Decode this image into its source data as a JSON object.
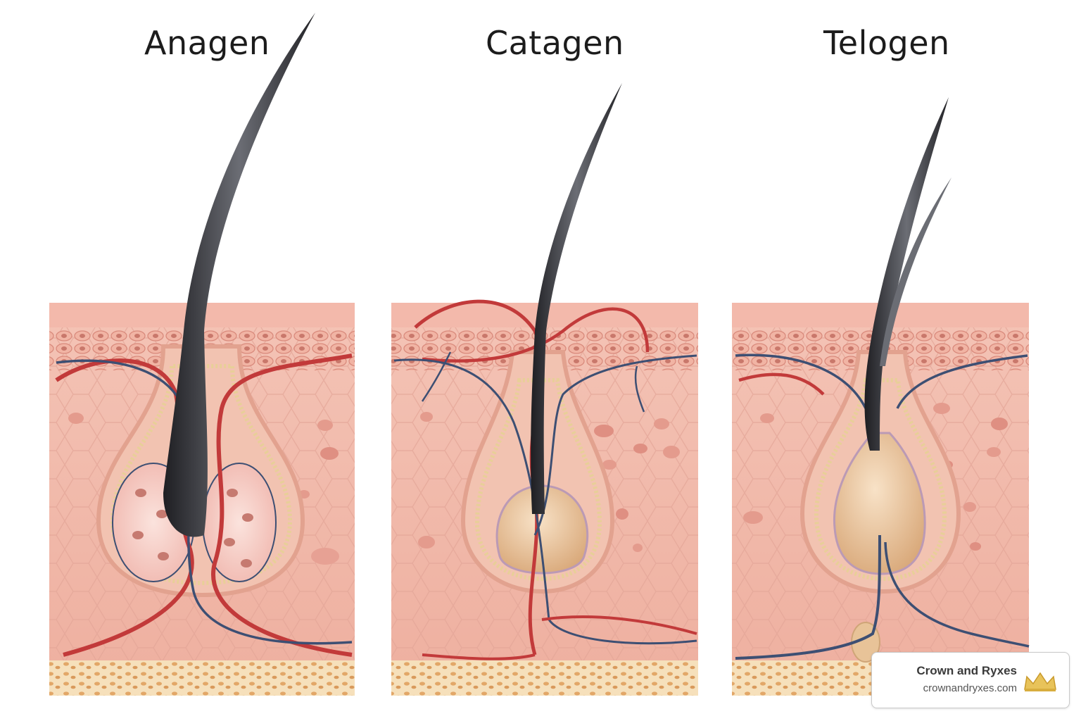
{
  "stages": [
    {
      "title": "Anagen"
    },
    {
      "title": "Catagen"
    },
    {
      "title": "Telogen"
    }
  ],
  "brand": {
    "name": "Crown and Ryxes",
    "url": "crownandryxes.com",
    "logo_icon": "crown-icon"
  },
  "colors": {
    "skin": "#f0b9ab",
    "epidermis": "#e69a8c",
    "fat": "#f3dcb4",
    "artery": "#c23a3a",
    "vein": "#3d4f73",
    "hair": "#2e2e32"
  }
}
